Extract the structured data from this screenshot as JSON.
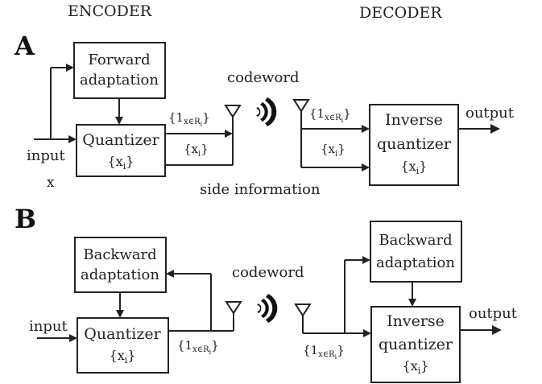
{
  "headers": {
    "encoder": "ENCODER",
    "decoder": "DECODER"
  },
  "panel_a": {
    "letter": "A",
    "adaptation_line1": "Forward",
    "adaptation_line2": "adaptation",
    "quantizer": "Quantizer",
    "quantizer_set": "{x",
    "quantizer_set_sub": "i",
    "quantizer_set_close": "}",
    "indicator_prefix": "{1",
    "indicator_cond": "x∈R",
    "indicator_cond_sub": "i",
    "indicator_close": "}",
    "levels": "{x",
    "levels_sub": "i",
    "levels_close": "}",
    "input_label": "input",
    "input_var": "x",
    "codeword": "codeword",
    "side_information": "side information",
    "inverse_line1": "Inverse",
    "inverse_line2": "quantizer",
    "output": "output"
  },
  "panel_b": {
    "letter": "B",
    "adaptation_line1": "Backward",
    "adaptation_line2": "adaptation",
    "quantizer": "Quantizer",
    "quantizer_set": "{x",
    "quantizer_set_sub": "i",
    "quantizer_set_close": "}",
    "indicator_prefix": "{1",
    "indicator_cond": "x∈R",
    "indicator_cond_sub": "i",
    "indicator_close": "}",
    "input_label": "input",
    "codeword": "codeword",
    "inverse_line1": "Inverse",
    "inverse_line2": "quantizer",
    "output": "output"
  }
}
